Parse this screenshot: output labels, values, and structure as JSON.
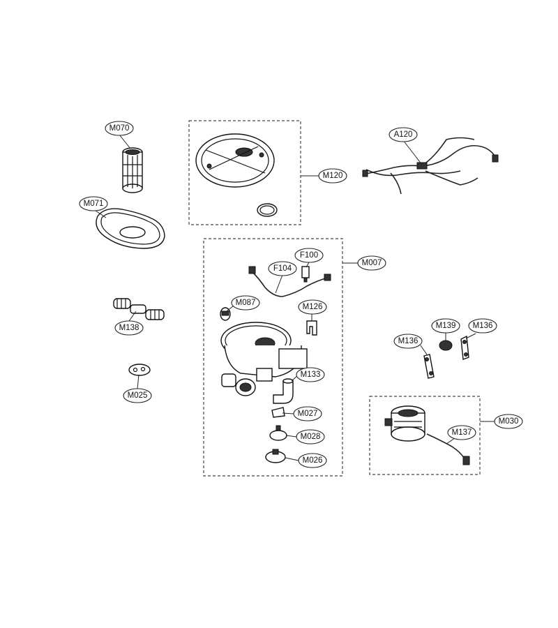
{
  "callouts": {
    "m070": "M070",
    "m071": "M071",
    "m138": "M138",
    "m025": "M025",
    "m120": "M120",
    "a120": "A120",
    "m007": "M007",
    "f100": "F100",
    "f104": "F104",
    "m087": "M087",
    "m126": "M126",
    "m133": "M133",
    "m027": "M027",
    "m028": "M028",
    "m026": "M026",
    "m139": "M139",
    "m136_left": "M136",
    "m136_right": "M136",
    "m030": "M030",
    "m137": "M137"
  }
}
